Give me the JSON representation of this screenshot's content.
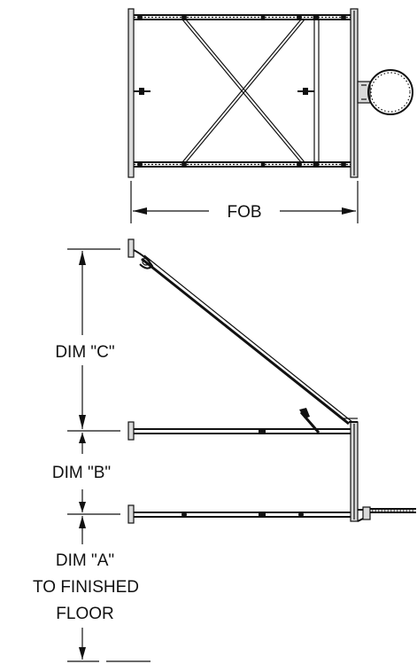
{
  "labels": {
    "fob": "FOB",
    "dim_c": "DIM \"C\"",
    "dim_b": "DIM \"B\"",
    "dim_a": "DIM \"A\"",
    "to_finished": "TO FINISHED",
    "floor": "FLOOR"
  },
  "colors": {
    "line": "#111111",
    "plate_fill": "#d9d9d9",
    "background": "#ffffff"
  }
}
